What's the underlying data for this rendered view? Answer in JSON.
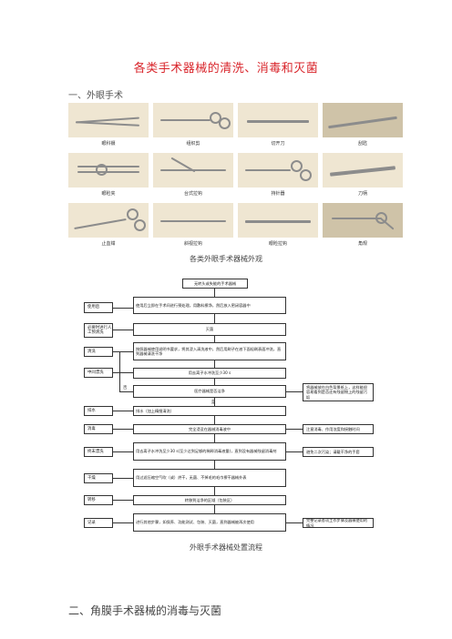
{
  "doc": {
    "title": "各类手术器械的清洗、消毒和灭菌",
    "section1": "一、外眼手术",
    "figure1_caption": "各类外眼手术器械外观",
    "figure2_caption": "外眼手术器械处置流程",
    "section2": "二、角膜手术器械的消毒与灭菌"
  },
  "instruments": [
    {
      "label": "眼科镊"
    },
    {
      "label": "组织剪"
    },
    {
      "label": "切开刀"
    },
    {
      "label": "刮匙"
    },
    {
      "label": "眼睑夹"
    },
    {
      "label": "台式拉钩"
    },
    {
      "label": "持针器"
    },
    {
      "label": "刀柄"
    },
    {
      "label": "止血钳"
    },
    {
      "label": "斜视拉钩"
    },
    {
      "label": "眼睑拉钩"
    },
    {
      "label": "角规"
    }
  ],
  "flow": {
    "start": "无转头或失能的手术器械",
    "steps": [
      "使用后立即在手术间进行预处理，用敷料擦净，然后放入密闭容器中",
      "灭菌",
      "按照器械使用说明书要求，将其浸入清洗液中，然后用刷子在液下面轻刷表面冲洗，直到器械清洗干净",
      "用去离子水冲洗至少30 s",
      "医疗器械是否洁净",
      "排水（加上精细清洗）",
      "完全浸没在器械消毒液中",
      "用去离子水冲洗至少30 s(至少达到足够的稀释消毒液量)，直到没有器械残留消毒剂",
      "用过滤压缩空气吹（或）烘干，无菌、不掉毛的毛巾擦干器械外表",
      "转移到洁净的区域（包装区）",
      "进行其他步骤，如保养、功能测试、包装、灭菌，直到器械被再次使用"
    ],
    "labels": [
      "使用后",
      "必要时进行人工预清洗",
      "清洗",
      "中间漂洗",
      "排水",
      "消毒",
      "终末漂洗",
      "干燥",
      "转移",
      "记录"
    ],
    "yes_label": "是",
    "no_label": "否",
    "notes": [
      "将器械放在白色背景纸上，这样能很容易看到是否还有残留物上的残留污垢",
      "注意消毒、作用浓度和接触时间",
      "避免二次污染；请戴干净的手套",
      "完整记录各项工作步骤及器械使用的情况"
    ]
  }
}
